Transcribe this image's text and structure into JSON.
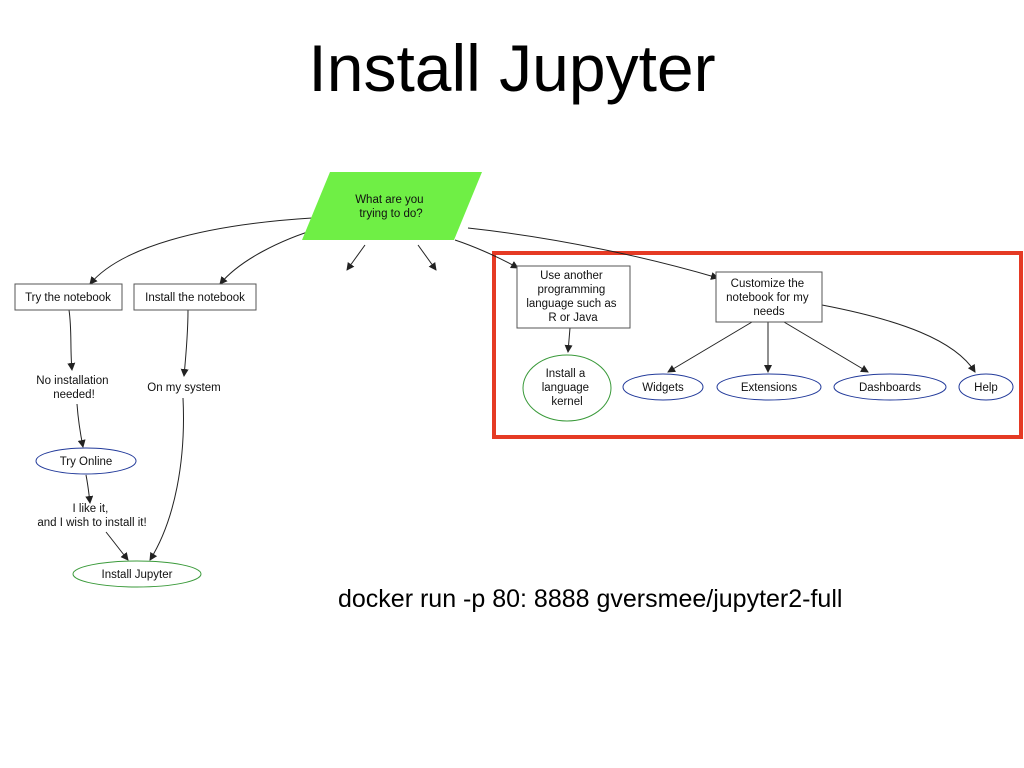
{
  "slide": {
    "title": "Install Jupyter",
    "command": "docker run -p 80: 8888 gversmee/jupyter2-full"
  },
  "colors": {
    "decision_fill": "#6fef45",
    "highlight_border": "#e53a24",
    "kernel_ellipse_stroke": "#3a9a3a",
    "feature_ellipse_stroke": "#223a9a",
    "install_ellipse_stroke": "#3a9a3a",
    "box_stroke": "#555555",
    "arrow": "#222222"
  },
  "diagram": {
    "start": {
      "lines": [
        "What are you",
        "trying to do?"
      ]
    },
    "try_notebook": {
      "label": "Try the notebook"
    },
    "install_notebook": {
      "label": "Install the notebook"
    },
    "other_language": {
      "lines": [
        "Use another",
        "programming",
        "language such as",
        "R or Java"
      ]
    },
    "customize": {
      "lines": [
        "Customize the",
        "notebook for my",
        "needs"
      ]
    },
    "no_install": {
      "lines": [
        "No installation",
        "needed!"
      ]
    },
    "on_my_system": {
      "label": "On my system"
    },
    "try_online": {
      "label": "Try Online"
    },
    "like_it": {
      "lines": [
        "I like it,",
        "and I wish to install it!"
      ]
    },
    "install_jupyter": {
      "label": "Install Jupyter"
    },
    "install_kernel": {
      "lines": [
        "Install a",
        "language",
        "kernel"
      ]
    },
    "widgets": {
      "label": "Widgets"
    },
    "extensions": {
      "label": "Extensions"
    },
    "dashboards": {
      "label": "Dashboards"
    },
    "help": {
      "label": "Help"
    }
  }
}
